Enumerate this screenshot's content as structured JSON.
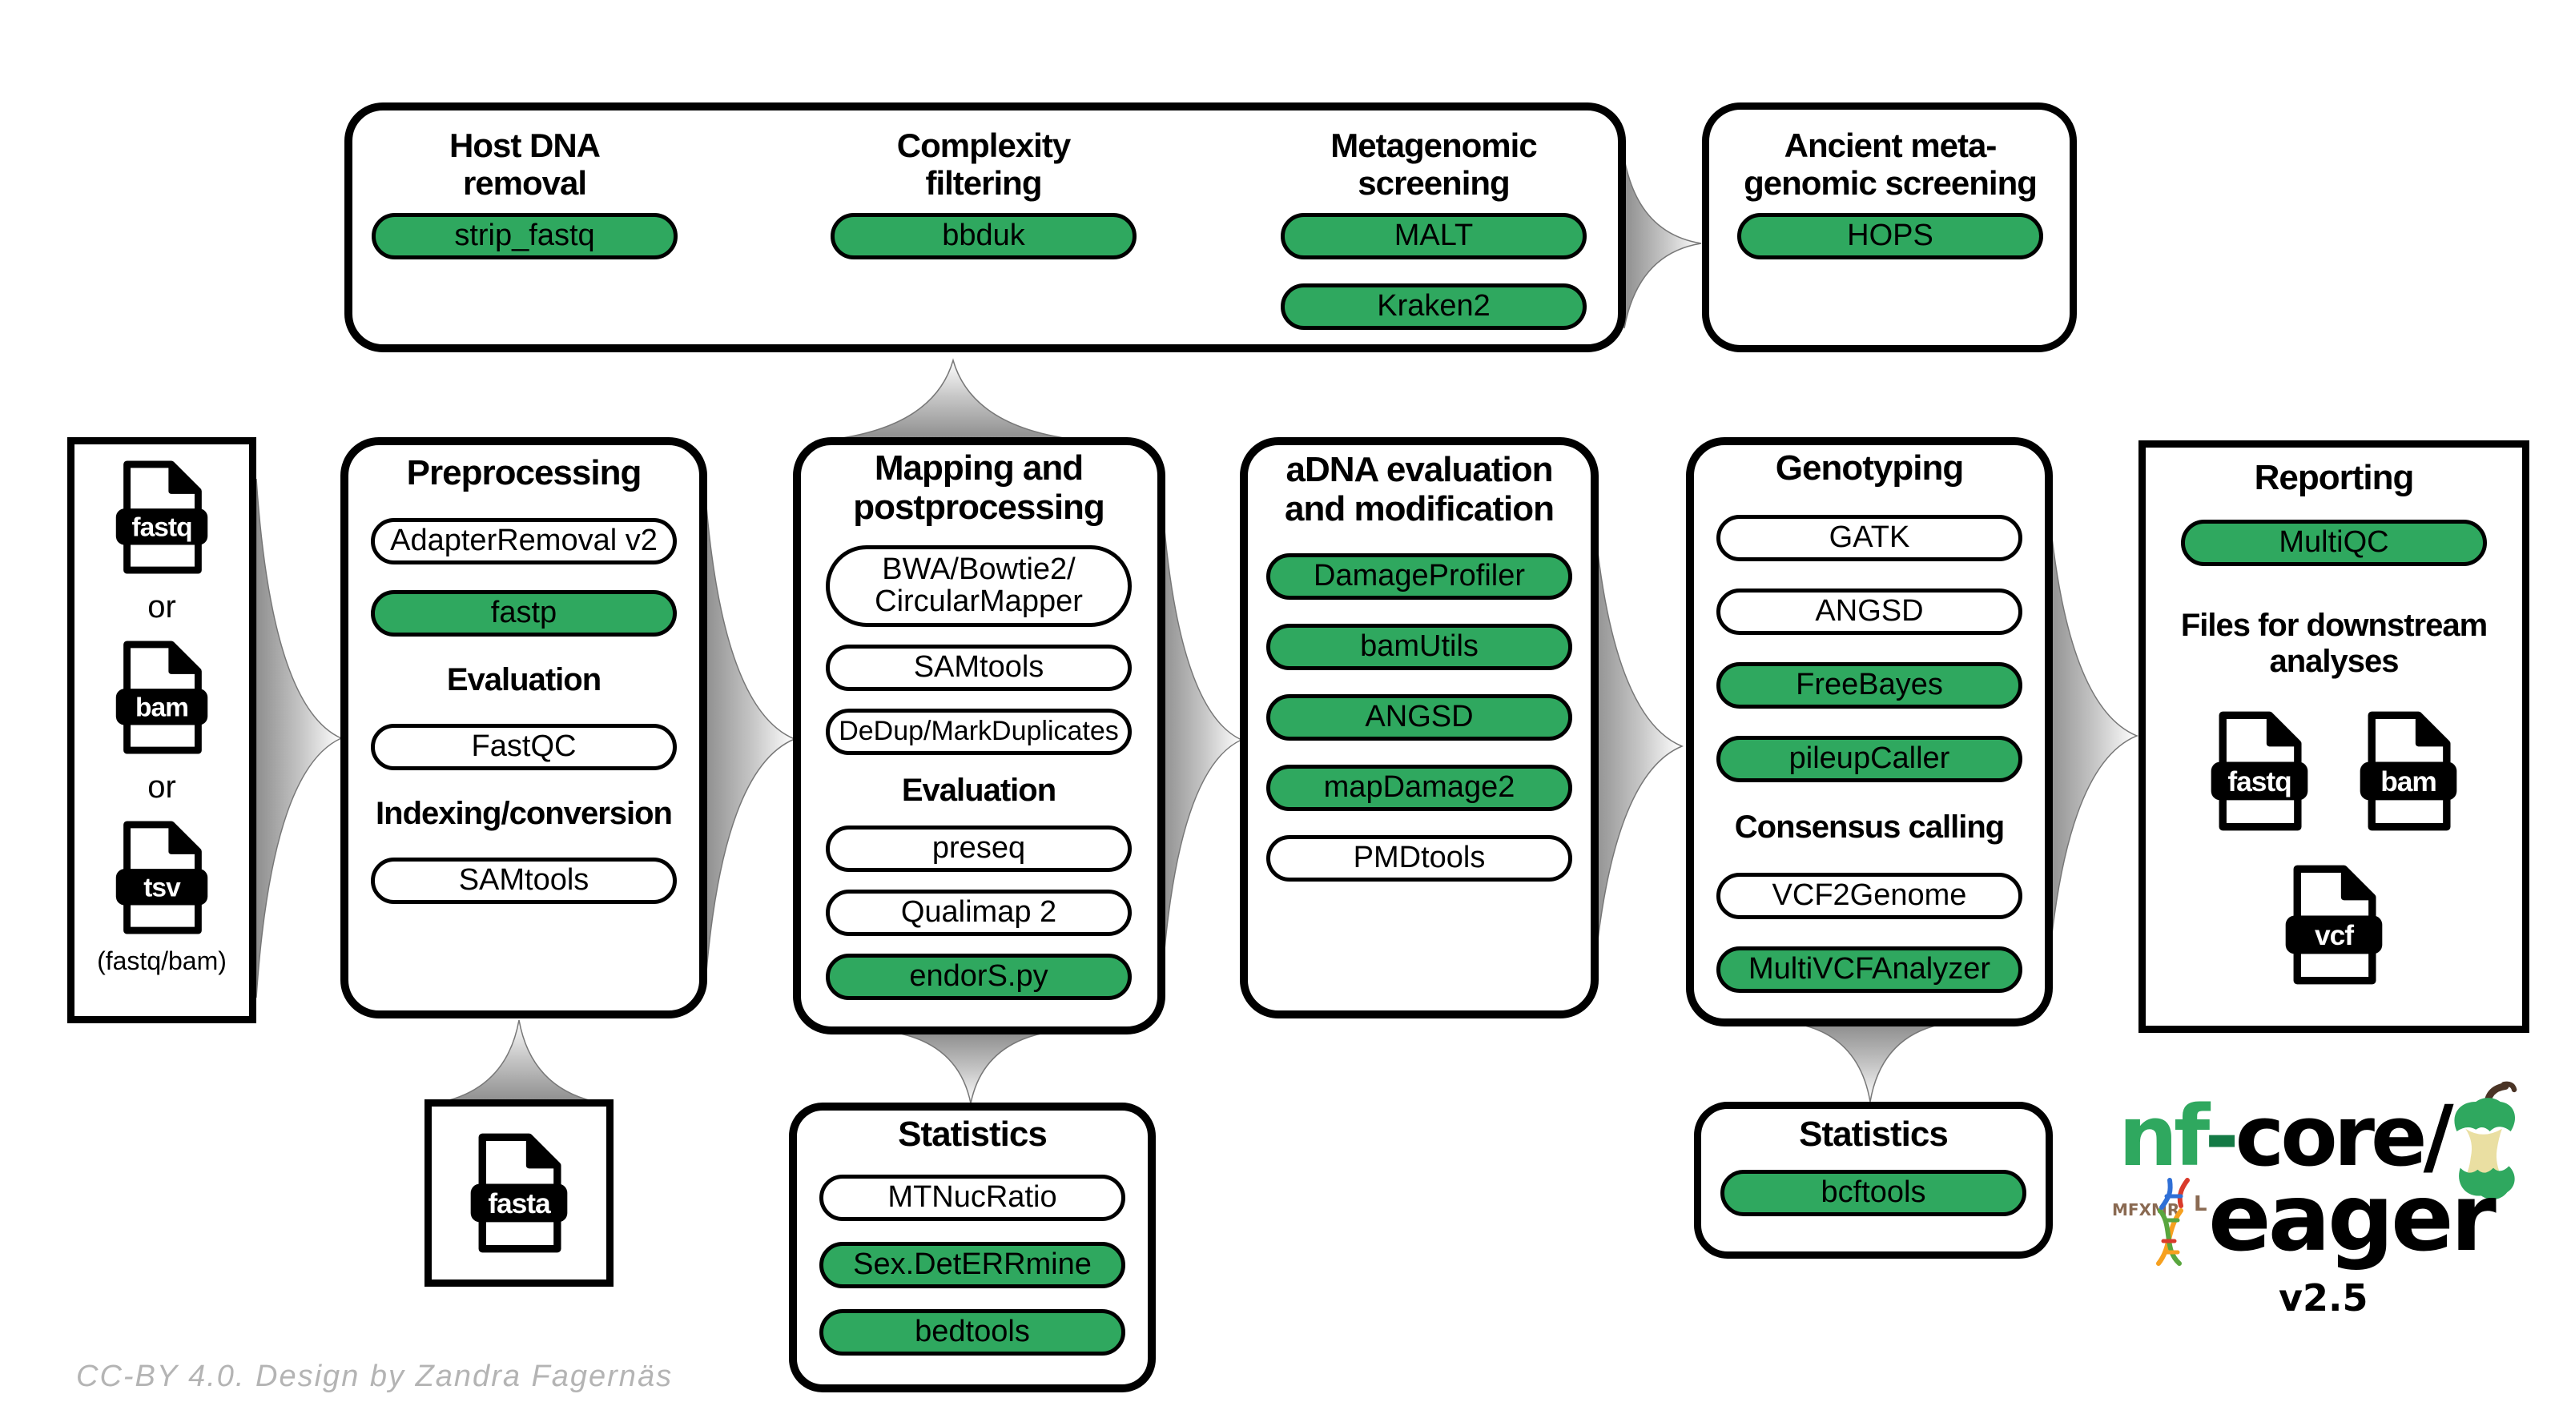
{
  "colors": {
    "green": "#2FA85F"
  },
  "hub": {
    "sections": [
      {
        "title": "Host DNA\nremoval",
        "tools": [
          {
            "label": "strip_fastq",
            "highlight": true
          }
        ]
      },
      {
        "title": "Complexity\nfiltering",
        "tools": [
          {
            "label": "bbduk",
            "highlight": true
          }
        ]
      },
      {
        "title": "Metagenomic\nscreening",
        "tools": [
          {
            "label": "MALT",
            "highlight": true
          },
          {
            "label": "Kraken2",
            "highlight": true
          }
        ]
      }
    ]
  },
  "ancient": {
    "title": "Ancient meta-\ngenomic screening",
    "tools": [
      {
        "label": "HOPS",
        "highlight": true
      }
    ]
  },
  "inputs": {
    "files": [
      "fastq",
      "bam",
      "tsv"
    ],
    "separator": "or",
    "caption": "(fastq/bam)"
  },
  "preprocessing": {
    "title": "Preprocessing",
    "subtitle_evaluation": "Evaluation",
    "subtitle_indexing": "Indexing/conversion",
    "tools": [
      {
        "label": "AdapterRemoval v2",
        "highlight": false
      },
      {
        "label": "fastp",
        "highlight": true
      },
      {
        "label": "FastQC",
        "highlight": false
      },
      {
        "label": "SAMtools",
        "highlight": false
      }
    ]
  },
  "mapping": {
    "title": "Mapping and\npostprocessing",
    "subtitle_evaluation": "Evaluation",
    "tools": [
      {
        "label": "BWA/Bowtie2/\nCircularMapper",
        "highlight": false
      },
      {
        "label": "SAMtools",
        "highlight": false
      },
      {
        "label": "DeDup/MarkDuplicates",
        "highlight": false
      },
      {
        "label": "preseq",
        "highlight": false
      },
      {
        "label": "Qualimap 2",
        "highlight": false
      },
      {
        "label": "endorS.py",
        "highlight": true
      }
    ]
  },
  "adna": {
    "title": "aDNA evaluation\nand modification",
    "tools": [
      {
        "label": "DamageProfiler",
        "highlight": true
      },
      {
        "label": "bamUtils",
        "highlight": true
      },
      {
        "label": "ANGSD",
        "highlight": true
      },
      {
        "label": "mapDamage2",
        "highlight": true
      },
      {
        "label": "PMDtools",
        "highlight": false
      }
    ]
  },
  "genotyping": {
    "title": "Genotyping",
    "subtitle_consensus": "Consensus calling",
    "tools": [
      {
        "label": "GATK",
        "highlight": false
      },
      {
        "label": "ANGSD",
        "highlight": false
      },
      {
        "label": "FreeBayes",
        "highlight": true
      },
      {
        "label": "pileupCaller",
        "highlight": true
      },
      {
        "label": "VCF2Genome",
        "highlight": false
      },
      {
        "label": "MultiVCFAnalyzer",
        "highlight": true
      }
    ]
  },
  "reporting": {
    "title": "Reporting",
    "subtitle_files": "Files for downstream\nanalyses",
    "tools": [
      {
        "label": "MultiQC",
        "highlight": true
      }
    ],
    "files": [
      "fastq",
      "bam",
      "vcf"
    ]
  },
  "fasta_reference": {
    "file": "fasta"
  },
  "stats_mapping": {
    "title": "Statistics",
    "tools": [
      {
        "label": "MTNucRatio",
        "highlight": false
      },
      {
        "label": "Sex.DetERRmine",
        "highlight": true
      },
      {
        "label": "bedtools",
        "highlight": true
      }
    ]
  },
  "stats_genotyping": {
    "title": "Statistics",
    "tools": [
      {
        "label": "bcftools",
        "highlight": true
      }
    ]
  },
  "logo": {
    "brand_prefix": "nf",
    "brand_dash": "-",
    "brand_suffix": "core/",
    "name": "eager",
    "version": "v2.5",
    "runes": "MFXMR",
    "rune_l": "L"
  },
  "credit": "CC-BY 4.0. Design by Zandra Fagernäs"
}
